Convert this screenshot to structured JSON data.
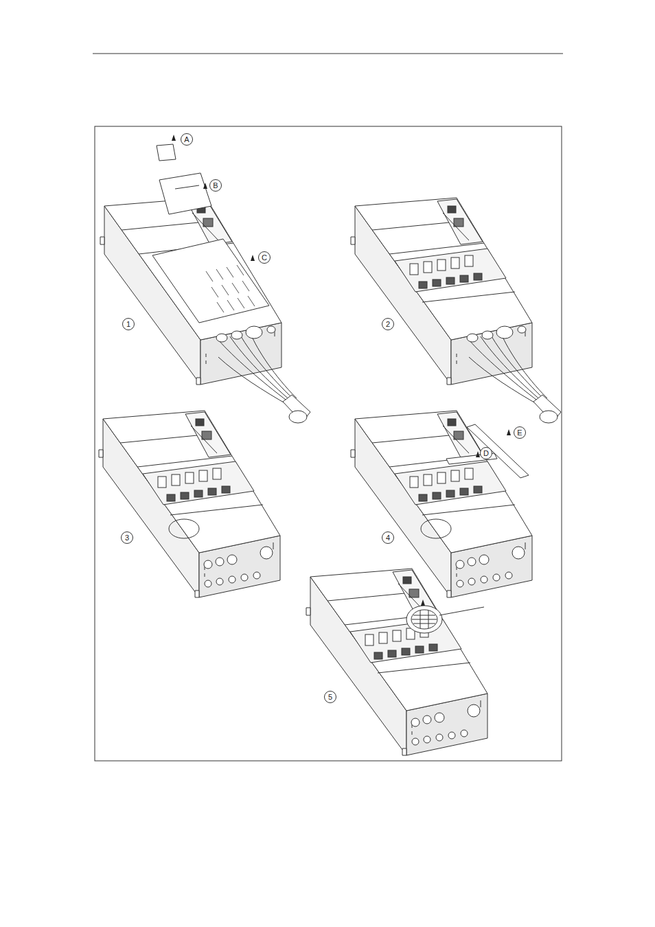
{
  "diagram": {
    "nodes": [
      {
        "text": [
          "A"
        ]
      },
      {
        "text": [
          "B"
        ]
      },
      {
        "text": [
          "C"
        ]
      },
      {
        "text": [
          "1"
        ]
      },
      {
        "text": [
          "2"
        ]
      },
      {
        "text": [
          "E"
        ]
      },
      {
        "text": [
          "D"
        ]
      },
      {
        "text": [
          "3"
        ]
      },
      {
        "text": [
          "4"
        ]
      },
      {
        "text": [
          "5"
        ]
      }
    ]
  }
}
